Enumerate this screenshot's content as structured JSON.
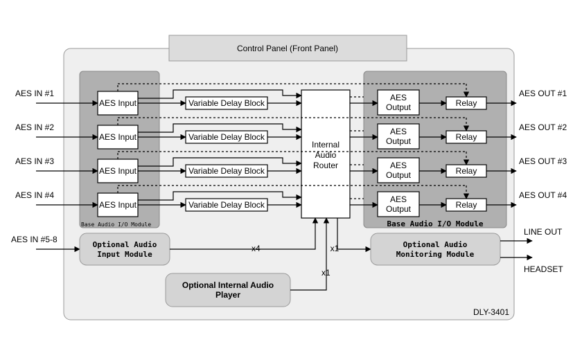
{
  "control_panel": {
    "label": "Control Panel (Front Panel)"
  },
  "model": {
    "label": "DLY-3401"
  },
  "inputs": [
    {
      "label": "AES IN #1",
      "block": "AES Input",
      "delay": "Variable Delay Block"
    },
    {
      "label": "AES IN #2",
      "block": "AES Input",
      "delay": "Variable Delay Block"
    },
    {
      "label": "AES IN #3",
      "block": "AES Input",
      "delay": "Variable Delay Block"
    },
    {
      "label": "AES IN #4",
      "block": "AES Input",
      "delay": "Variable Delay Block"
    }
  ],
  "outputs": [
    {
      "label": "AES OUT #1",
      "block_line1": "AES",
      "block_line2": "Output",
      "relay": "Relay"
    },
    {
      "label": "AES OUT #2",
      "block_line1": "AES",
      "block_line2": "Output",
      "relay": "Relay"
    },
    {
      "label": "AES OUT #3",
      "block_line1": "AES",
      "block_line2": "Output",
      "relay": "Relay"
    },
    {
      "label": "AES OUT #4",
      "block_line1": "AES",
      "block_line2": "Output",
      "relay": "Relay"
    }
  ],
  "base_in_module": {
    "label": "Base Audio I/O Module"
  },
  "base_out_module": {
    "label": "Base Audio I/O Module"
  },
  "router": {
    "line1": "Internal",
    "line2": "Audio",
    "line3": "Router"
  },
  "opt_input": {
    "line1": "Optional Audio",
    "line2": "Input Module",
    "source_label": "AES IN #5-8",
    "count_label": "x4"
  },
  "opt_monitor": {
    "line1": "Optional Audio",
    "line2": "Monitoring Module",
    "count_label": "x1",
    "out1": "LINE OUT",
    "out2": "HEADSET"
  },
  "opt_player": {
    "line1": "Optional Internal Audio",
    "line2": "Player",
    "count_label": "x1"
  }
}
